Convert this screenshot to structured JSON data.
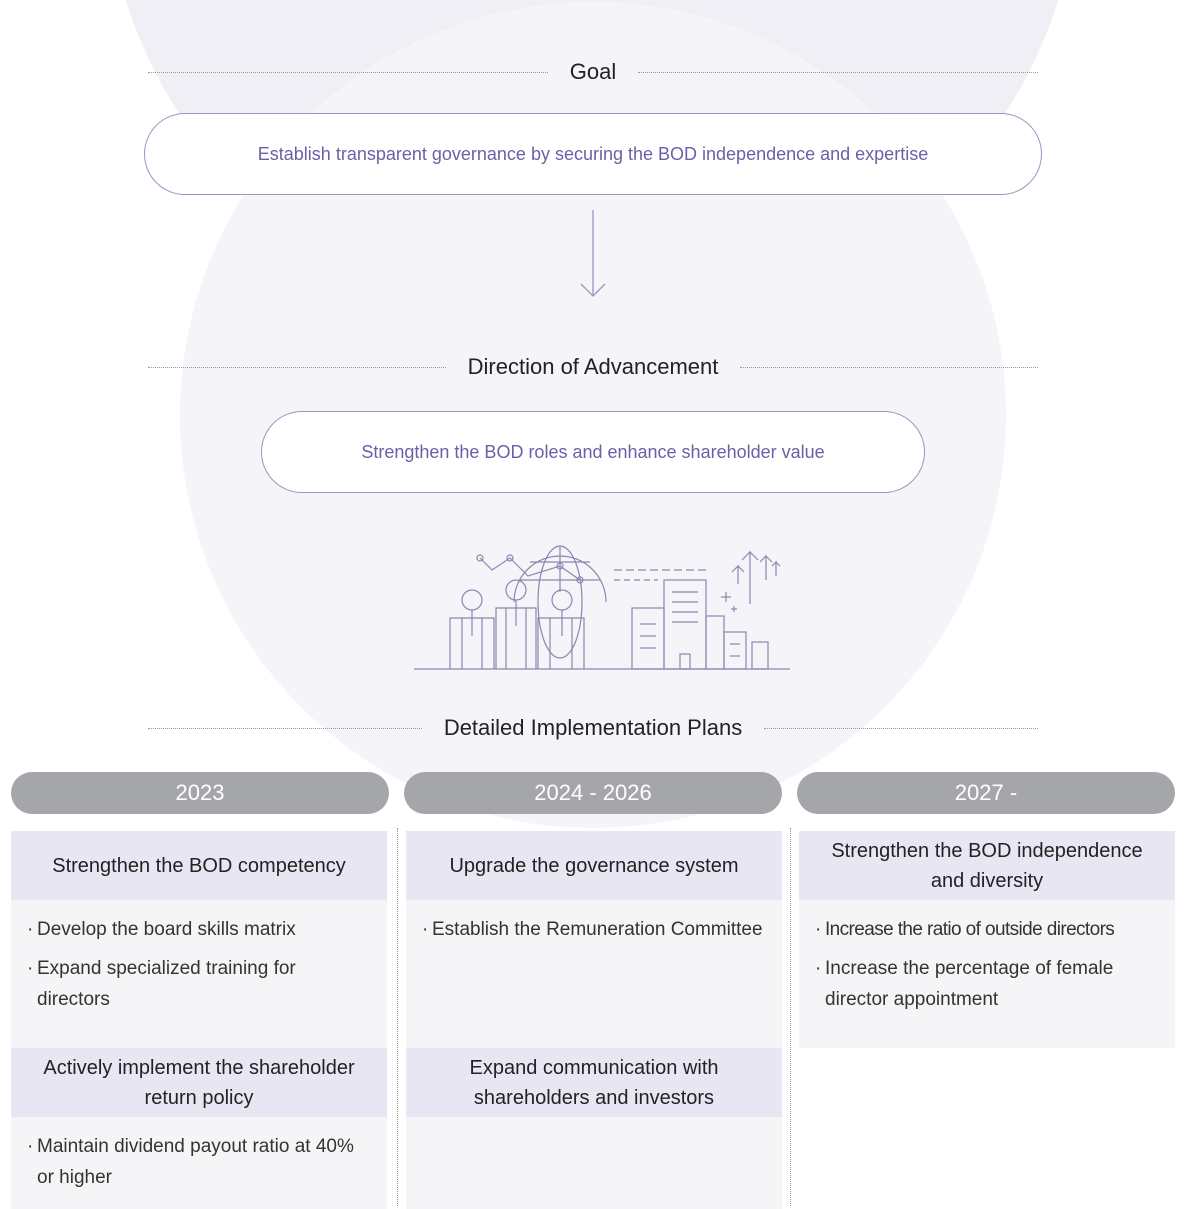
{
  "goal": {
    "title": "Goal",
    "text": "Establish transparent governance by securing the BOD independence and expertise"
  },
  "direction": {
    "title": "Direction of Advancement",
    "text": "Strengthen the BOD roles and enhance shareholder value"
  },
  "plans": {
    "title": "Detailed Implementation Plans",
    "columns": [
      {
        "year": "2023",
        "groups": [
          {
            "heading": "Strengthen the BOD competency",
            "items": [
              "Develop the board skills matrix",
              "Expand specialized training for directors"
            ]
          },
          {
            "heading": "Actively implement the shareholder return policy",
            "items": [
              "Maintain dividend payout ratio at 40% or higher"
            ]
          }
        ]
      },
      {
        "year": "2024 - 2026",
        "groups": [
          {
            "heading": "Upgrade the governance system",
            "items": [
              "Establish the Remuneration Committee"
            ]
          },
          {
            "heading": "Expand communication with shareholders and investors",
            "items": []
          }
        ]
      },
      {
        "year": "2027 -",
        "groups": [
          {
            "heading": "Strengthen the BOD independence and diversity",
            "items": [
              "Increase the ratio of outside directors",
              "Increase the percentage of female director appointment"
            ]
          }
        ]
      }
    ]
  },
  "bullet_char": "·",
  "colors": {
    "accent_text": "#6b5fa6",
    "pill_border": "#9d94c0",
    "year_bar": "#a5a6aa",
    "heading_bg": "#e8e6f3",
    "body_bg": "#f5f5f7"
  },
  "icons": [
    "down-arrow-icon",
    "business-people-city-illustration"
  ]
}
